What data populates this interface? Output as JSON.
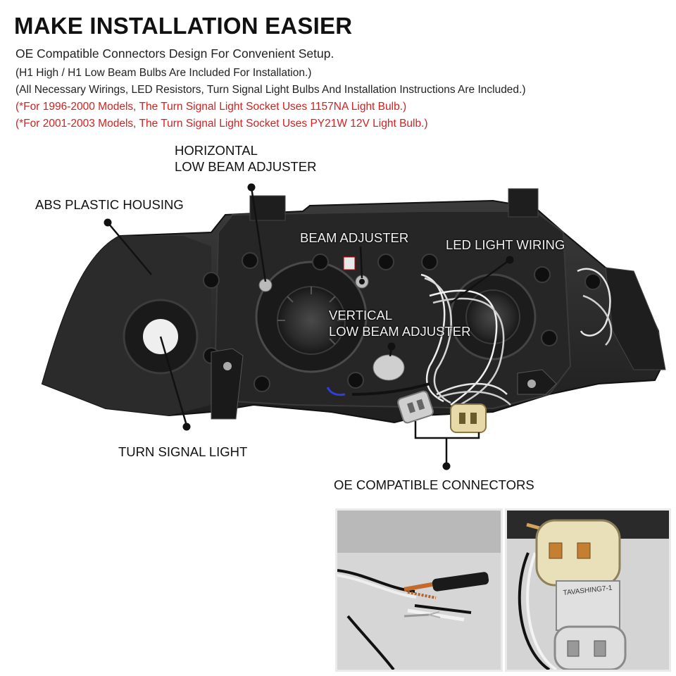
{
  "header": {
    "title": "MAKE INSTALLATION EASIER",
    "subtitle": "OE Compatible Connectors Design For Convenient Setup.",
    "notes": [
      "(H1 High / H1 Low Beam Bulbs Are Included For Installation.)",
      "(All Necessary Wirings, LED Resistors, Turn Signal Light Bulbs And Installation Instructions Are Included.)",
      "(*For 1996-2000 Models, The Turn Signal Light Socket Uses 1157NA Light Bulb.)",
      "(*For 2001-2003 Models, The Turn Signal Light Socket Uses PY21W 12V Light Bulb.)"
    ]
  },
  "callouts": {
    "horizontal_adjuster": [
      "HORIZONTAL",
      "LOW BEAM ADJUSTER"
    ],
    "abs_housing": "ABS PLASTIC HOUSING",
    "beam_adjuster": "BEAM ADJUSTER",
    "led_wiring": "LED LIGHT WIRING",
    "vertical_adjuster": [
      "VERTICAL",
      "LOW BEAM ADJUSTER"
    ],
    "turn_signal": "TURN SIGNAL LIGHT",
    "connectors": "OE COMPATIBLE CONNECTORS"
  },
  "connector_print": "TAVASHING7-1",
  "colors": {
    "title": "#111111",
    "warning_red": "#d4211f",
    "housing": "#2e2e2e",
    "housing_dark": "#1c1c1c",
    "inset_bg": "#d9d9d9"
  }
}
